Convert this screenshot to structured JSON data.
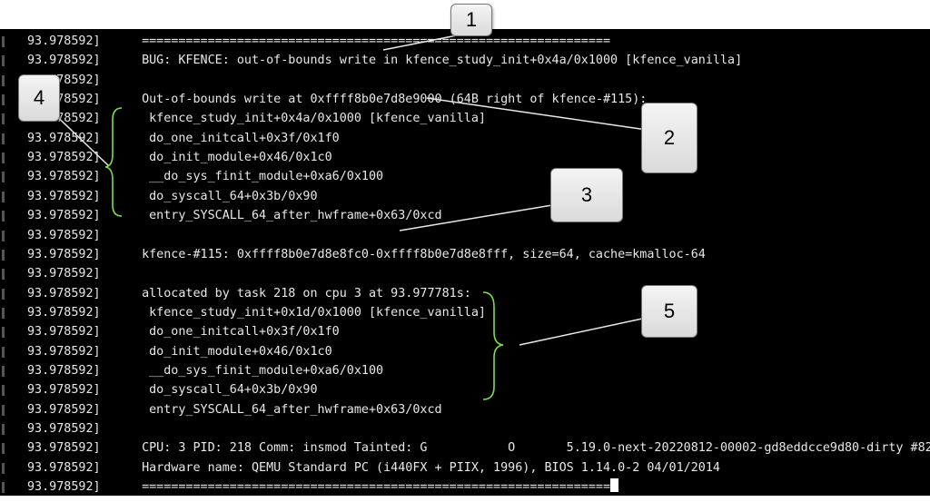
{
  "terminal": {
    "lines": [
      {
        "ts": "93.978592]",
        "msg": "================================================================"
      },
      {
        "ts": "93.978592]",
        "msg": "BUG: KFENCE: out-of-bounds write in kfence_study_init+0x4a/0x1000 [kfence_vanilla]"
      },
      {
        "ts": "93.978592]",
        "msg": ""
      },
      {
        "ts": "93.978592]",
        "msg": "Out-of-bounds write at 0xffff8b0e7d8e9000 (64B right of kfence-#115):"
      },
      {
        "ts": "93.978592]",
        "msg": " kfence_study_init+0x4a/0x1000 [kfence_vanilla]"
      },
      {
        "ts": "93.978592]",
        "msg": " do_one_initcall+0x3f/0x1f0"
      },
      {
        "ts": "93.978592]",
        "msg": " do_init_module+0x46/0x1c0"
      },
      {
        "ts": "93.978592]",
        "msg": " __do_sys_finit_module+0xa6/0x100"
      },
      {
        "ts": "93.978592]",
        "msg": " do_syscall_64+0x3b/0x90"
      },
      {
        "ts": "93.978592]",
        "msg": " entry_SYSCALL_64_after_hwframe+0x63/0xcd"
      },
      {
        "ts": "93.978592]",
        "msg": ""
      },
      {
        "ts": "93.978592]",
        "msg": "kfence-#115: 0xffff8b0e7d8e8fc0-0xffff8b0e7d8e8fff, size=64, cache=kmalloc-64"
      },
      {
        "ts": "93.978592]",
        "msg": ""
      },
      {
        "ts": "93.978592]",
        "msg": "allocated by task 218 on cpu 3 at 93.977781s:"
      },
      {
        "ts": "93.978592]",
        "msg": " kfence_study_init+0x1d/0x1000 [kfence_vanilla]"
      },
      {
        "ts": "93.978592]",
        "msg": " do_one_initcall+0x3f/0x1f0"
      },
      {
        "ts": "93.978592]",
        "msg": " do_init_module+0x46/0x1c0"
      },
      {
        "ts": "93.978592]",
        "msg": " __do_sys_finit_module+0xa6/0x100"
      },
      {
        "ts": "93.978592]",
        "msg": " do_syscall_64+0x3b/0x90"
      },
      {
        "ts": "93.978592]",
        "msg": " entry_SYSCALL_64_after_hwframe+0x63/0xcd"
      },
      {
        "ts": "93.978592]",
        "msg": ""
      },
      {
        "ts": "93.978592]",
        "msg": "CPU: 3 PID: 218 Comm: insmod Tainted: G           O       5.19.0-next-20220812-00002-gd8eddcce9d80-dirty #82"
      },
      {
        "ts": "93.978592]",
        "msg": "Hardware name: QEMU Standard PC (i440FX + PIIX, 1996), BIOS 1.14.0-2 04/01/2014"
      },
      {
        "ts": "93.978592]",
        "msg": "================================================================"
      }
    ]
  },
  "callouts": {
    "c1": "1",
    "c2": "2",
    "c3": "3",
    "c4": "4",
    "c5": "5"
  },
  "colors": {
    "terminal_bg": "#000000",
    "terminal_text": "#e8e8e8",
    "brace": "#7ddc4c",
    "callout_fill": "#e6e6e6"
  }
}
